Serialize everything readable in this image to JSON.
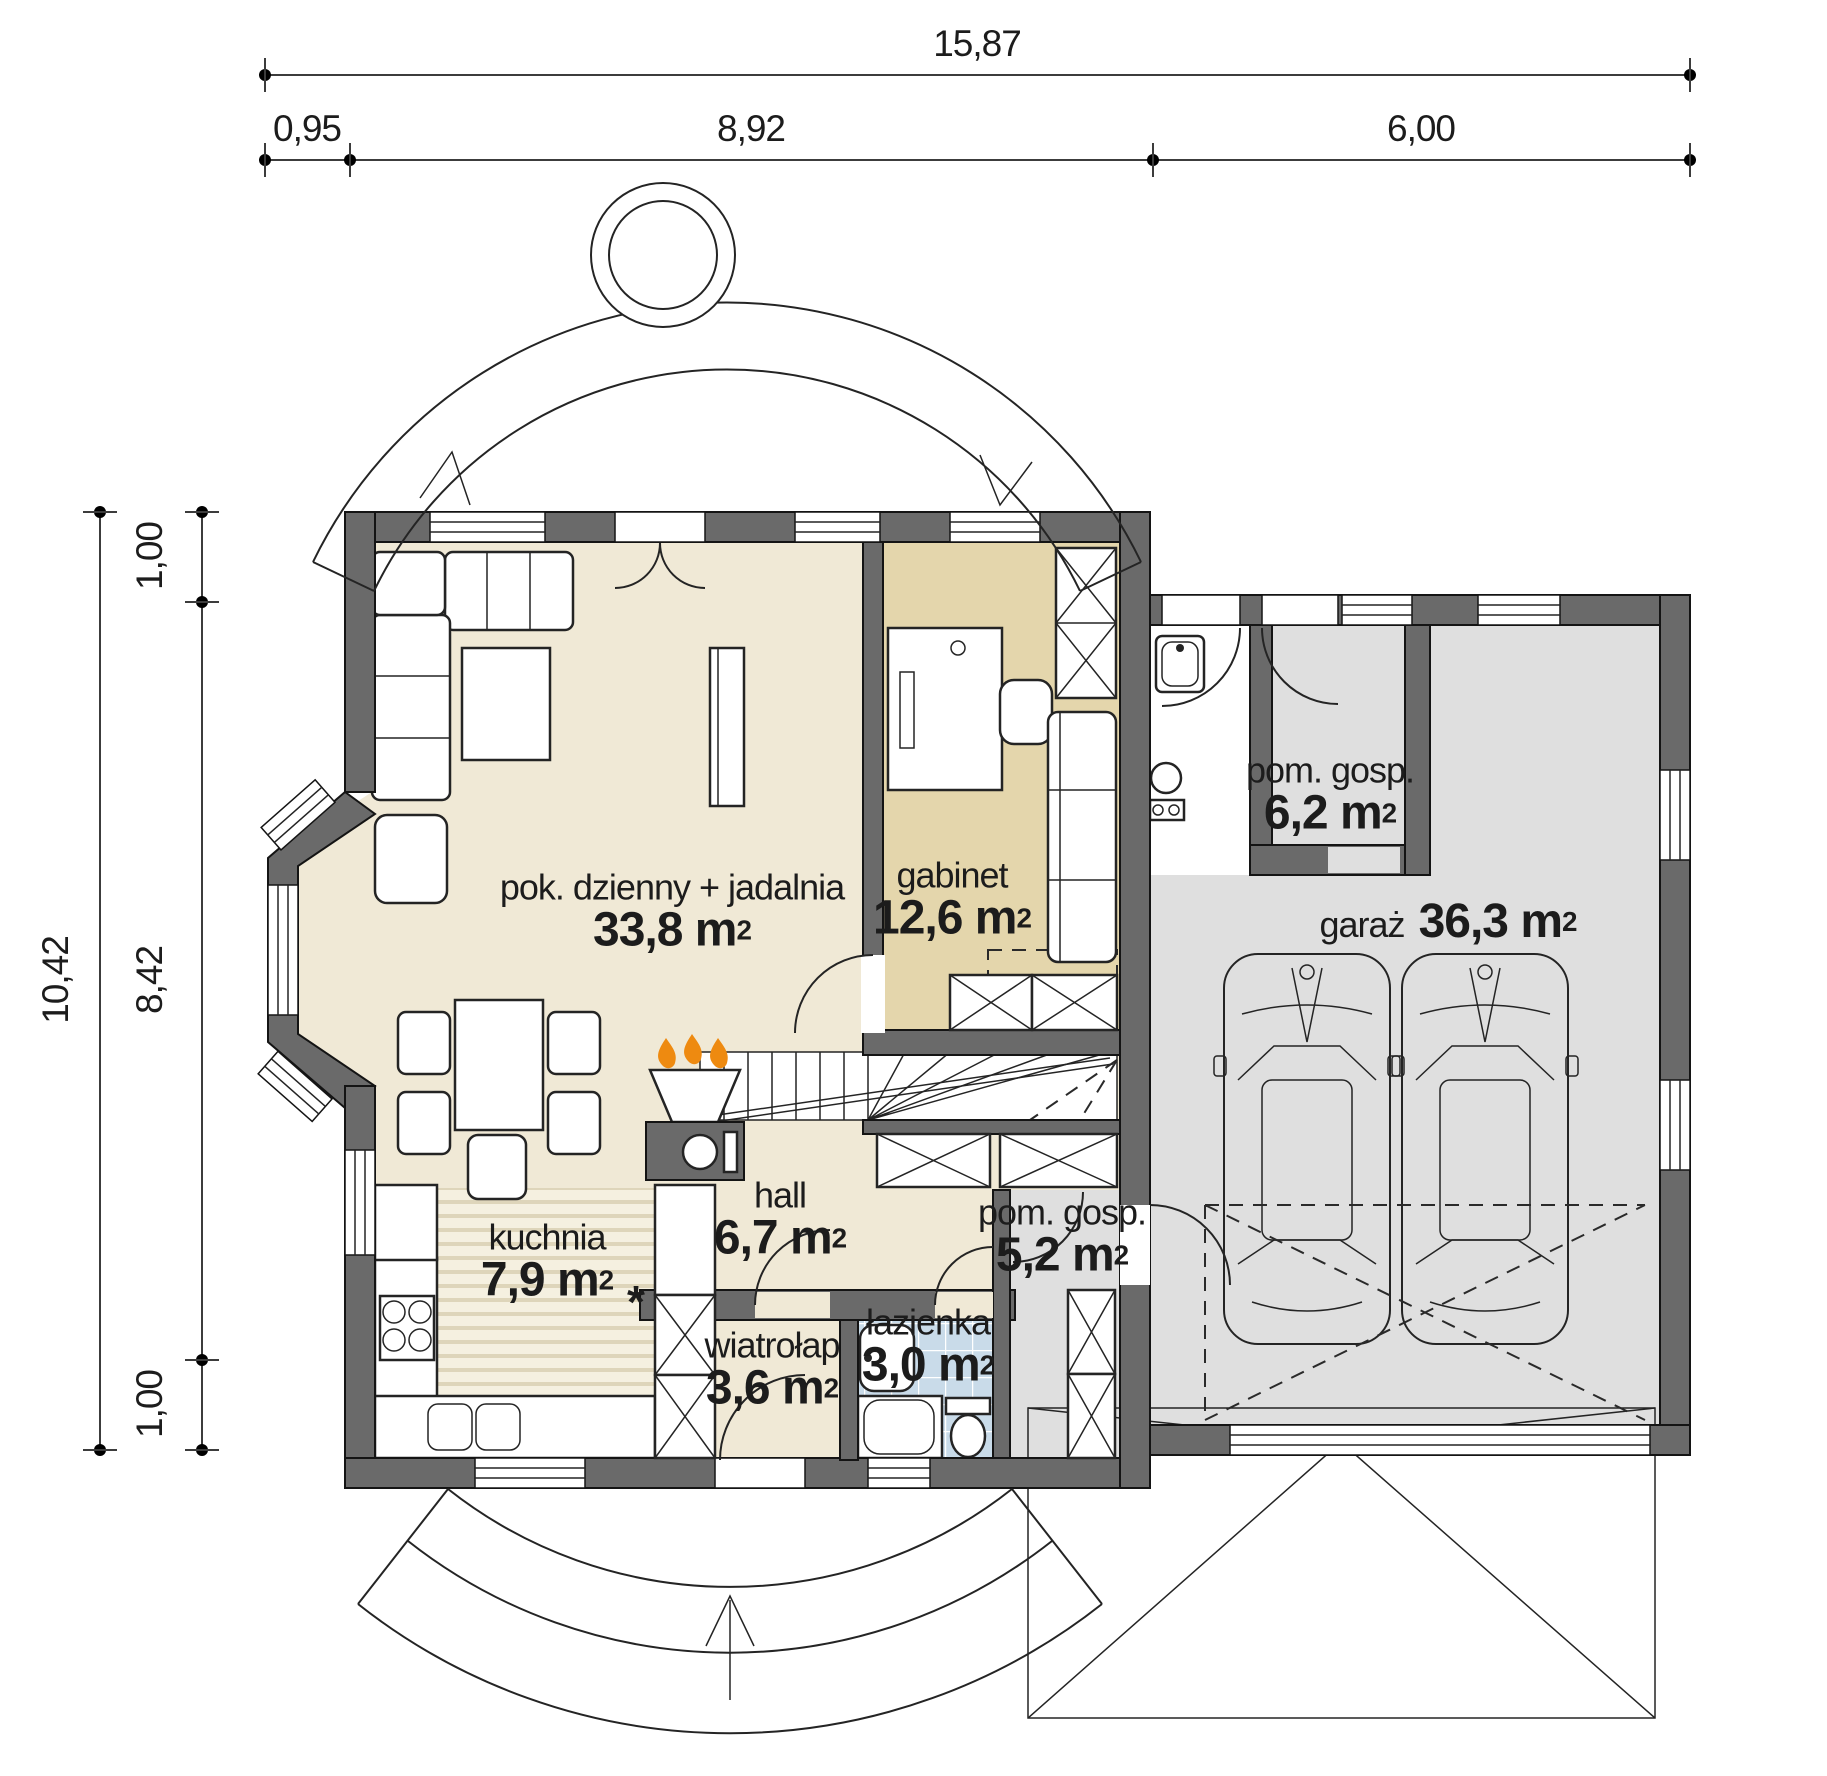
{
  "dims": {
    "top_total": "15,87",
    "top_segs": [
      "0,95",
      "8,92",
      "6,00"
    ],
    "left_total": "10,42",
    "left_segs": [
      "1,00",
      "8,42",
      "1,00"
    ]
  },
  "unit": {
    "base": "m",
    "exp": "2"
  },
  "rooms": [
    {
      "name": "pok. dzienny + jadalnia",
      "area": "33,8"
    },
    {
      "name": "gabinet",
      "area": "12,6"
    },
    {
      "name": "pom. gosp.",
      "area": "6,2"
    },
    {
      "name": "garaż",
      "area": "36,3"
    },
    {
      "name": "kuchnia",
      "area": "7,9"
    },
    {
      "name": "hall",
      "area": "6,7"
    },
    {
      "name": "wiatrołap",
      "area": "3,6"
    },
    {
      "name": "łazienka",
      "area": "3,0"
    },
    {
      "name": "pom. gosp.",
      "area": "5,2"
    }
  ],
  "symbols": {
    "gas_marker": "*"
  },
  "colors": {
    "wall": "#6a6a6a",
    "living": "#f0e9d6",
    "office": "#e4d6ac",
    "service": "#dfdfdf",
    "tile": "#c9dbe9",
    "flame": "#ee8a10"
  }
}
